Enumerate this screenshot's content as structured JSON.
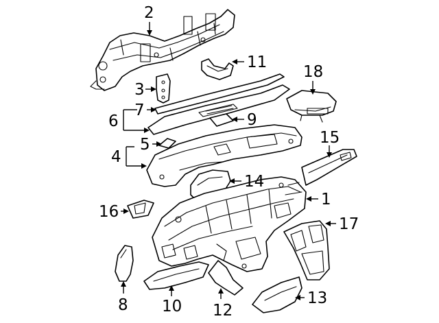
{
  "diagram": {
    "callouts": [
      {
        "id": "1",
        "label": "1"
      },
      {
        "id": "2",
        "label": "2"
      },
      {
        "id": "3",
        "label": "3"
      },
      {
        "id": "4",
        "label": "4"
      },
      {
        "id": "5",
        "label": "5"
      },
      {
        "id": "6",
        "label": "6"
      },
      {
        "id": "7",
        "label": "7"
      },
      {
        "id": "8",
        "label": "8"
      },
      {
        "id": "9",
        "label": "9"
      },
      {
        "id": "10",
        "label": "10"
      },
      {
        "id": "11",
        "label": "11"
      },
      {
        "id": "12",
        "label": "12"
      },
      {
        "id": "13",
        "label": "13"
      },
      {
        "id": "14",
        "label": "14"
      },
      {
        "id": "15",
        "label": "15"
      },
      {
        "id": "16",
        "label": "16"
      },
      {
        "id": "17",
        "label": "17"
      },
      {
        "id": "18",
        "label": "18"
      }
    ],
    "colors": {
      "line": "#000000",
      "background": "#ffffff"
    }
  }
}
